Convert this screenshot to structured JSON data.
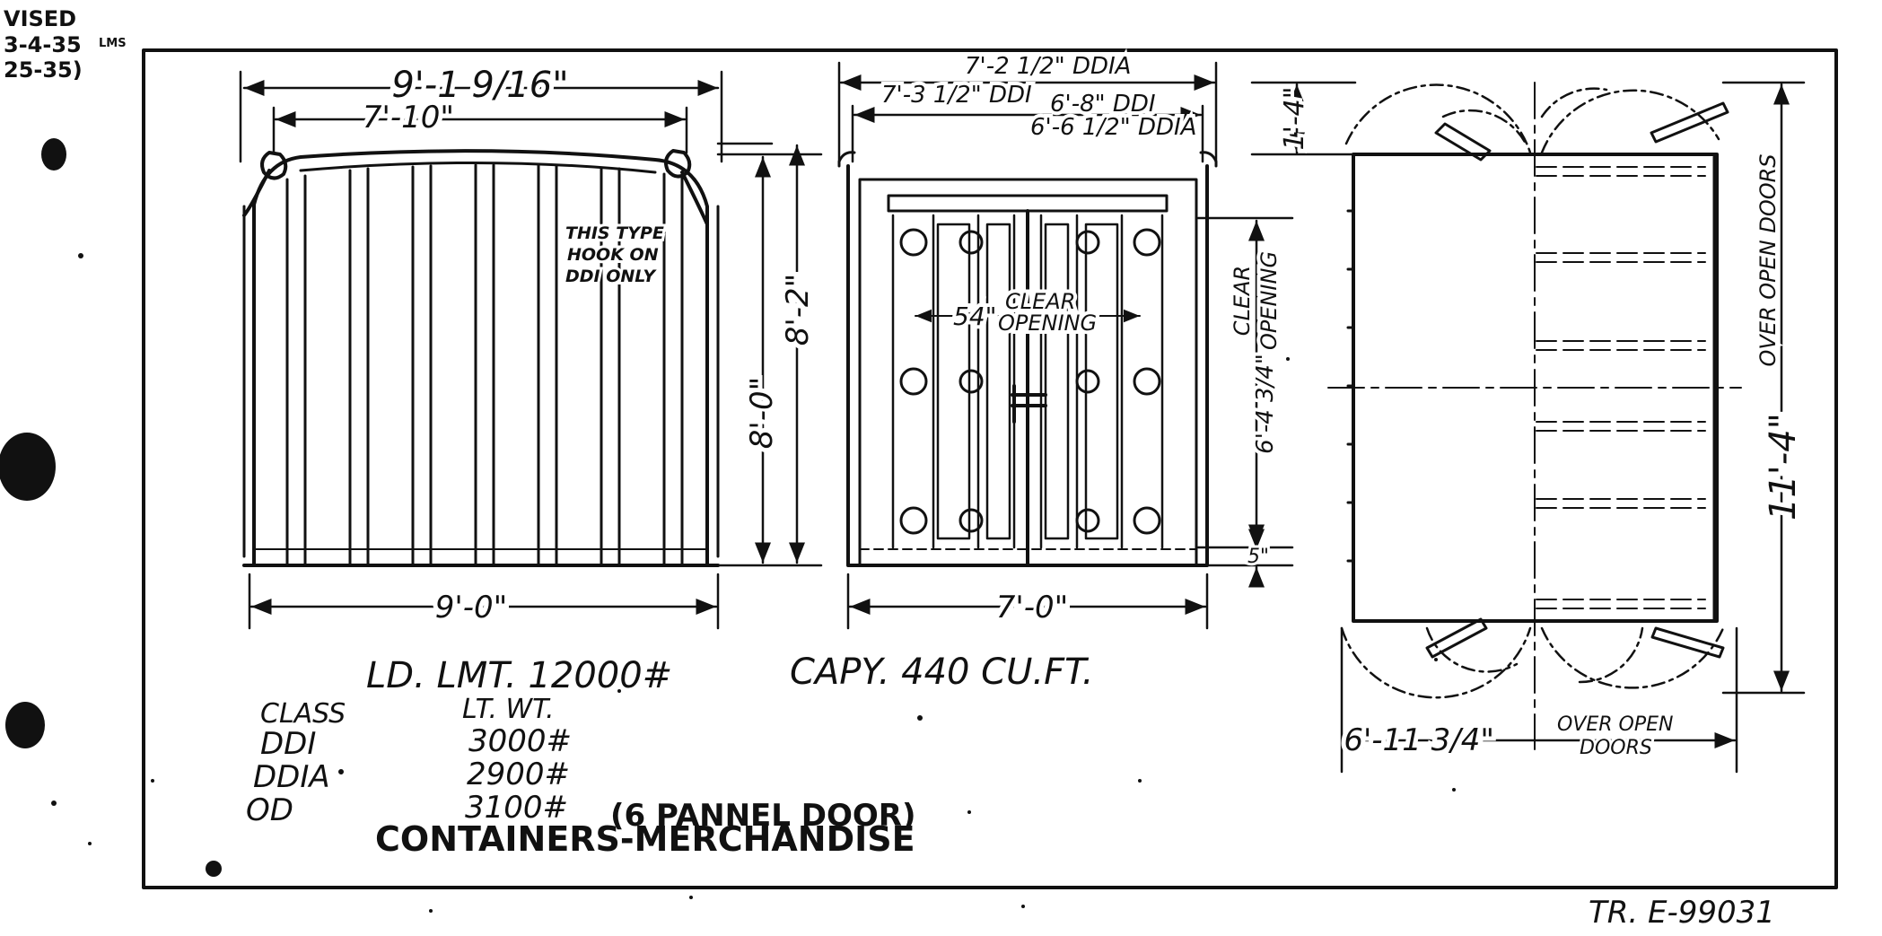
{
  "revision": {
    "line1": "VISED",
    "line2": "3-4-35",
    "line2_initials": "LMS",
    "line3": "25-35)"
  },
  "front_view": {
    "overall_width": "9'-1 9/16\"",
    "inner_width": "7'-10\"",
    "base_width": "9'-0\"",
    "height_8_0": "8'-0\"",
    "height_8_2": "8'-2\"",
    "hook_note_1": "THIS TYPE",
    "hook_note_2": "HOOK ON",
    "hook_note_3": "DDI ONLY"
  },
  "door_view": {
    "width_ddia_top": "7'-2 1/2\" DDIA",
    "width_ddi_top": "7'-3 1/2\" DDI",
    "width_ddi_inner": "6'-8\" DDI",
    "width_ddia_inner": "6'-6 1/2\" DDIA",
    "clear_opening_width_value": "54\"",
    "clear_opening_width_1": "CLEAR",
    "clear_opening_width_2": "OPENING",
    "clear_opening_height_value": "6'-4 3/4\"",
    "clear_opening_height_1": "CLEAR",
    "clear_opening_height_2": "OPENING",
    "base_width": "7'-0\"",
    "top_offset": "1'-4\"",
    "bottom_offset": "5\""
  },
  "plan_view": {
    "length_over_doors": "11'-4\"",
    "length_over_doors_note": "OVER OPEN DOORS",
    "width_over_doors": "6'-11 3/4\"",
    "width_over_doors_note_1": "OVER OPEN",
    "width_over_doors_note_2": "DOORS"
  },
  "specs": {
    "load_limit": "LD. LMT. 12000#",
    "capacity": "CAPY. 440 CU.FT.",
    "class_header": "CLASS",
    "weight_header": "LT. WT.",
    "rows": [
      {
        "class": "DDI",
        "weight": "3000#",
        "note": ""
      },
      {
        "class": "DDIA",
        "weight": "2900#",
        "note": ""
      },
      {
        "class": "OD",
        "weight": "3100#",
        "note": "(6 PANNEL DOOR)"
      }
    ],
    "title": "CONTAINERS-MERCHANDISE"
  },
  "drawing_number": "TR. E-99031",
  "colors": {
    "ink": "#111111",
    "paper": "#ffffff"
  }
}
